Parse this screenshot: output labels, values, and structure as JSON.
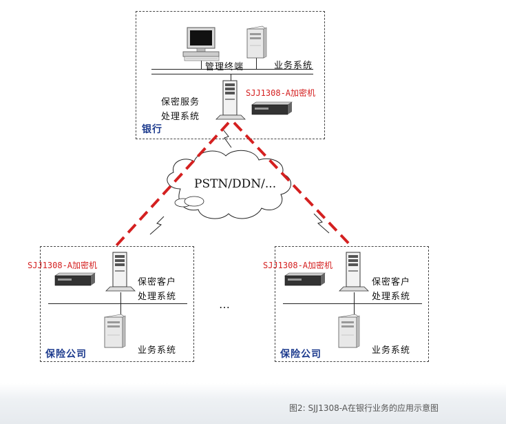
{
  "network": {
    "cloud_label": "PSTN/DDN/..."
  },
  "bank": {
    "label": "银行",
    "terminal_label": "管理终端",
    "business_label": "业务系统",
    "service_label_1": "保密服务",
    "service_label_2": "处理系统",
    "encryptor_label": "SJJ1308-A加密机"
  },
  "insurers": [
    {
      "label": "保险公司",
      "encryptor_label": "SJJ1308-A加密机",
      "client_label_1": "保密客户",
      "client_label_2": "处理系统",
      "business_label": "业务系统"
    },
    {
      "label": "保险公司",
      "encryptor_label": "SJJ1308-A加密机",
      "client_label_1": "保密客户",
      "client_label_2": "处理系统",
      "business_label": "业务系统"
    }
  ],
  "ellipsis": "…",
  "caption": "图2: SJJ1308-A在银行业务的应用示意图",
  "colors": {
    "link": "#d42020",
    "place_label": "#1d3b8e",
    "encryptor_text": "#d42020"
  }
}
